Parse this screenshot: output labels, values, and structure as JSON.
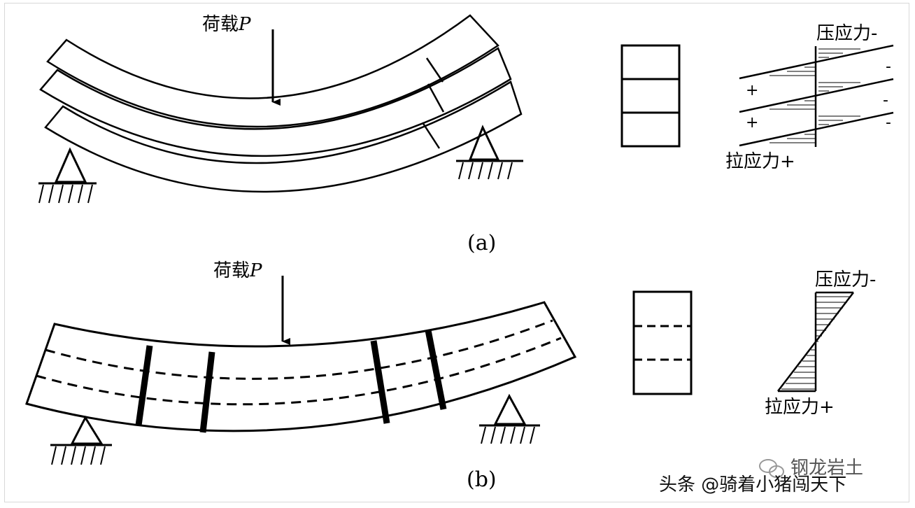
{
  "diagram_a": {
    "load_label": "荷载",
    "load_symbol": "P",
    "compression_label": "压应力-",
    "tension_label": "拉应力+",
    "minus_signs": [
      "-",
      "-",
      "-"
    ],
    "plus_signs": [
      "+",
      "+"
    ],
    "caption": "(a)"
  },
  "diagram_b": {
    "load_label": "荷载",
    "load_symbol": "P",
    "compression_label": "压应力-",
    "tension_label": "拉应力+",
    "caption": "(b)"
  },
  "watermark": {
    "account": "钢龙岩土",
    "credit": "头条 @骑着小猪闯天下"
  }
}
